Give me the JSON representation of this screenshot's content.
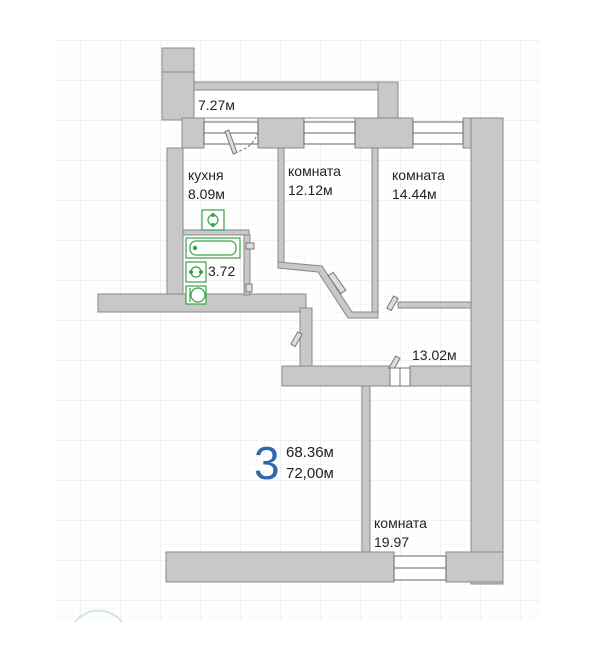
{
  "plan": {
    "rooms": [
      {
        "id": "balcony",
        "name": "",
        "area": "7.27м"
      },
      {
        "id": "kitchen",
        "name": "кухня",
        "area": "8.09м"
      },
      {
        "id": "room1",
        "name": "комната",
        "area": "12.12м"
      },
      {
        "id": "room2",
        "name": "комната",
        "area": "14.44м"
      },
      {
        "id": "bathroom",
        "name": "",
        "area": "3.72"
      },
      {
        "id": "hall",
        "name": "",
        "area": "13.02м"
      },
      {
        "id": "room3",
        "name": "комната",
        "area": "19.97"
      }
    ],
    "summary": {
      "rooms_count": "3",
      "living_area": "68.36м",
      "total_area": "72,00м"
    },
    "colors": {
      "wall": "#c8c8c8",
      "wall_stroke": "#888888",
      "grid": "#e6e6e6",
      "plumbing": "#3aa24a",
      "accent": "#2f68b0"
    }
  }
}
